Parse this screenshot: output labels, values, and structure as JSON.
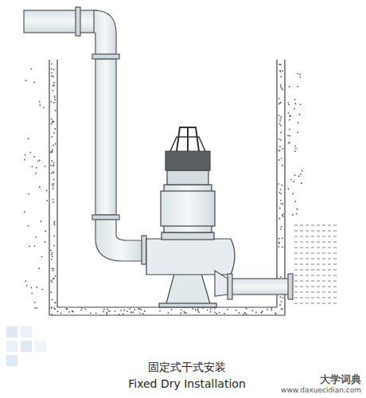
{
  "diagram": {
    "caption": "固定式干式安装",
    "labels": [
      "Fixed Dry Installation",
      "大学词典",
      "www.daxuecidian.com"
    ]
  }
}
